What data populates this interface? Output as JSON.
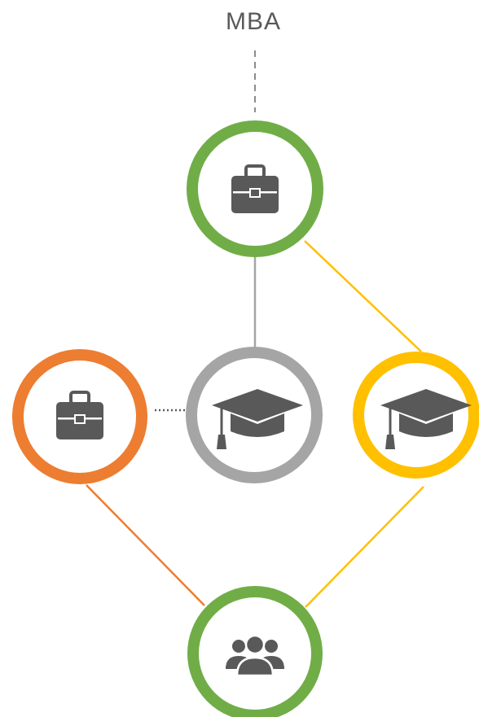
{
  "title": "MBA",
  "colors": {
    "green": "#70AD47",
    "orange": "#ED7D31",
    "gray": "#A5A5A5",
    "yellow": "#FFC000",
    "icon": "#595959",
    "dashed": "#8C8C8C"
  },
  "nodes": [
    {
      "id": "top",
      "icon": "briefcase-icon",
      "color": "green"
    },
    {
      "id": "left",
      "icon": "briefcase-icon",
      "color": "orange"
    },
    {
      "id": "center",
      "icon": "graduation-cap-icon",
      "color": "gray"
    },
    {
      "id": "right",
      "icon": "graduation-cap-icon",
      "color": "yellow"
    },
    {
      "id": "bottom",
      "icon": "people-group-icon",
      "color": "green"
    }
  ],
  "edges": [
    {
      "from": "MBA",
      "to": "top",
      "style": "dashed",
      "color": "dashed"
    },
    {
      "from": "top",
      "to": "center",
      "style": "solid",
      "color": "gray"
    },
    {
      "from": "top",
      "to": "right",
      "style": "solid",
      "color": "yellow"
    },
    {
      "from": "left",
      "to": "center",
      "style": "dotted",
      "color": "icon"
    },
    {
      "from": "left",
      "to": "bottom",
      "style": "solid",
      "color": "orange"
    },
    {
      "from": "right",
      "to": "bottom",
      "style": "solid",
      "color": "yellow"
    }
  ]
}
